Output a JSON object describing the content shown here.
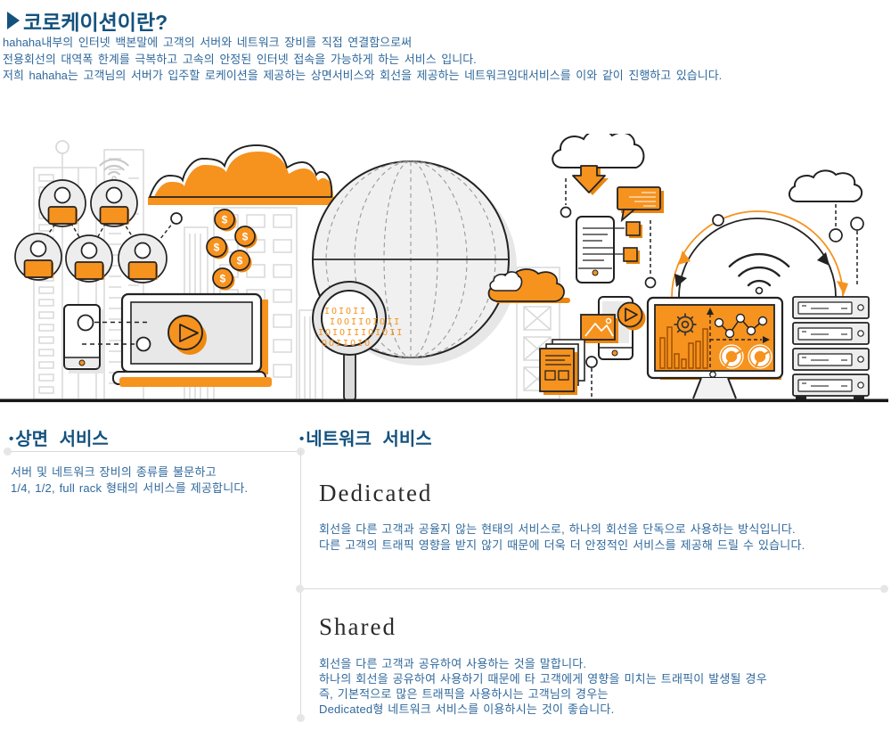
{
  "colors": {
    "accent_orange": "#F6921E",
    "shadow_orange": "#EA850E",
    "outline_dark": "#222222",
    "heading_blue": "#14527E",
    "text_blue": "#30699C",
    "line_gray": "#D9D9D9"
  },
  "header": {
    "title": "코로케이션이란?"
  },
  "intro": {
    "lines": [
      "hahaha내부의 인터넷 백본말에 고객의 서버와 네트워크 장비를 직접 연결함으로써",
      "전용회선의 대역폭 한계를 극복하고 고속의 안정된 인터넷 접속을 가능하게 하는 서비스 입니다.",
      "저희 hahaha는 고객님의 서버가 입주할 로케이션을 제공하는 상면서비스와 회선을 제공하는 네트워크임대서비스를 이와 같이 진행하고 있습니다."
    ]
  },
  "illustration": {
    "coin_symbol": "$",
    "binary": [
      "IOIOII",
      "IOOIIOIOII",
      "IOIOIIIOIOII",
      "OOIIOIO"
    ]
  },
  "sections": {
    "floor": {
      "bullet": "•",
      "title": "상면 서비스",
      "lines": [
        "서버 및 네트워크 장비의 종류를 불문하고",
        "1/4, 1/2, full rack 형태의 서비스를 제공합니다."
      ]
    },
    "network": {
      "bullet": "•",
      "title": "네트워크 서비스",
      "dedicated": {
        "title": "Dedicated",
        "lines": [
          "회선을 다른 고객과 공율지 않는 현태의 서비스로, 하나의 회선을 단독으로 사용하는 방식입니다.",
          "다른 고객의 트래픽 영향을 받지 않기 때문에 더욱 더 안정적인 서비스를 제공해 드릴 수 있습니다."
        ]
      },
      "shared": {
        "title": "Shared",
        "lines": [
          "회선을 다른 고객과 공유하여 사용하는 것을 말합니다.",
          "하나의 회선을 공유하여 사용하기 때문에 타 고객에게 영향을 미치는 트래픽이 발생될 경우",
          "즉, 기본적으로 많은 트래픽을 사용하시는 고객님의 경우는",
          "Dedicated형 네트워크 서비스를 이용하시는 것이 좋습니다."
        ]
      }
    }
  }
}
